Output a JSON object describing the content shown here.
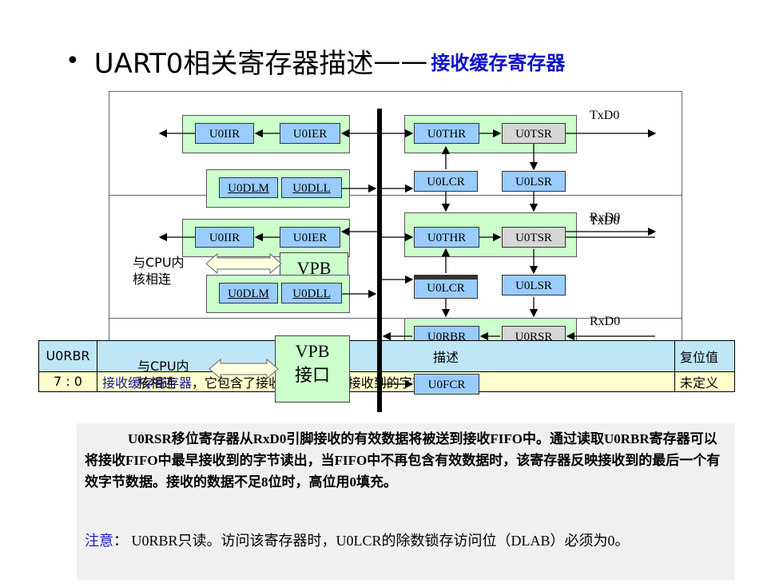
{
  "title": {
    "bullet": "•",
    "main": "UART0相关寄存器描述",
    "dash": "——",
    "sub": "接收缓存寄存器"
  },
  "diagram": {
    "panels": [
      {
        "left_regs": [
          "U0IIR",
          "U0IER"
        ],
        "div_regs": [
          "U0DLM",
          "U0DLL"
        ],
        "tx_regs": [
          "U0THR",
          "U0TSR"
        ],
        "ctrl_regs": [
          "U0LCR",
          "U0LSR"
        ],
        "signal": "TxD0"
      },
      {
        "left_regs": [
          "U0IIR",
          "U0IER"
        ],
        "div_regs": [
          "U0DLM",
          "U0DLL"
        ],
        "tx_regs": [
          "U0THR",
          "U0TSR"
        ],
        "ctrl_regs": [
          "U0LCR",
          "U0LSR"
        ],
        "signal": "TxD0",
        "signal_overlap": "RxD0",
        "cpu_label": "与CPU内\n核相连",
        "vpb_label": "VPB\n接口"
      },
      {
        "rx_regs": [
          "U0RBR",
          "U0RSR"
        ],
        "fcr_reg": "U0FCR",
        "signal": "RxD0",
        "cpu_label": "与CPU内\n核相连",
        "vpb_label": "VPB\n接口"
      }
    ]
  },
  "table": {
    "header": {
      "name": "U0RBR",
      "desc": "描述",
      "reset": "复位值"
    },
    "rows": [
      {
        "bits": "7 : 0",
        "desc_prefix": "接收缓存寄存器",
        "desc_rest": "，它包含了接收FIFO中最早接收到的字节",
        "reset": "未定义"
      }
    ]
  },
  "description": {
    "paragraph": "U0RSR移位寄存器从RxD0引脚接收的有效数据将被送到接收FIFO中。通过读取U0RBR寄存器可以将接收FIFO中最早接收到的字节读出，当FIFO中不再包含有效数据时，该寄存器反映接收到的最后一个有效字节数据。接收的数据不足8位时，高位用0填充。",
    "note_label": "注意",
    "note_text": "： U0RBR只读。访问该寄存器时，U0LCR的除数锁存访问位（DLAB）必须为0。"
  }
}
